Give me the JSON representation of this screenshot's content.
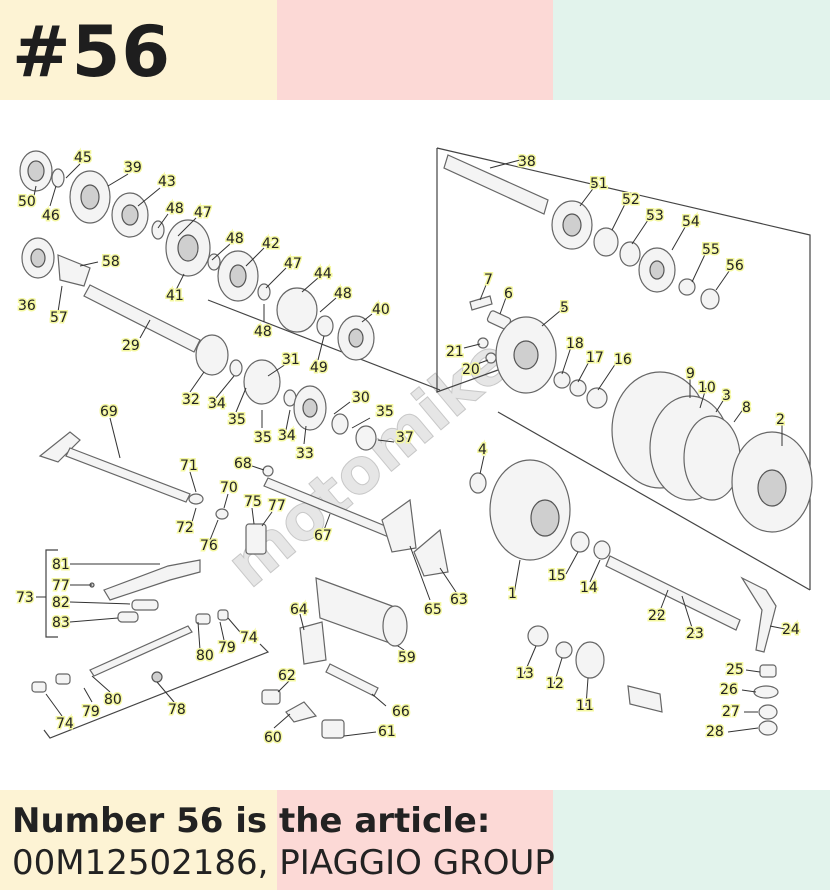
{
  "header": {
    "number": "#56"
  },
  "footer": {
    "line1": "Number 56 is the article:",
    "line2": "00M12502186, PIAGGIO GROUP"
  },
  "watermark": "motomike",
  "colors": {
    "band_yellow": "#fdf3d4",
    "band_pink": "#fcd9d6",
    "band_green": "#e2f3ec",
    "label_highlight": "#f4f7a0"
  },
  "diagram": {
    "callouts": [
      "45",
      "39",
      "50",
      "46",
      "43",
      "48",
      "47",
      "48",
      "42",
      "47",
      "58",
      "36",
      "57",
      "41",
      "44",
      "48",
      "40",
      "29",
      "48",
      "49",
      "31",
      "32",
      "34",
      "35",
      "30",
      "35",
      "35",
      "34",
      "33",
      "37",
      "69",
      "68",
      "71",
      "70",
      "75",
      "77",
      "72",
      "76",
      "67",
      "81",
      "77",
      "73",
      "82",
      "83",
      "64",
      "65",
      "63",
      "62",
      "59",
      "80",
      "79",
      "74",
      "80",
      "79",
      "74",
      "78",
      "60",
      "66",
      "61",
      "38",
      "51",
      "52",
      "53",
      "54",
      "55",
      "56",
      "7",
      "6",
      "5",
      "21",
      "20",
      "18",
      "17",
      "16",
      "9",
      "10",
      "3",
      "8",
      "2",
      "4",
      "15",
      "14",
      "1",
      "22",
      "23",
      "24",
      "13",
      "12",
      "11",
      "25",
      "26",
      "27",
      "28"
    ]
  }
}
